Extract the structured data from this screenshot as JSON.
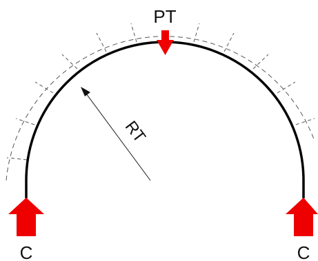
{
  "labels": {
    "top_load": "PT",
    "radius": "RT",
    "left_support": "C",
    "right_support": "C"
  },
  "colors": {
    "arrow": "#ee0000",
    "arch": "#000000",
    "dashed": "#555555",
    "background": "#ffffff"
  }
}
